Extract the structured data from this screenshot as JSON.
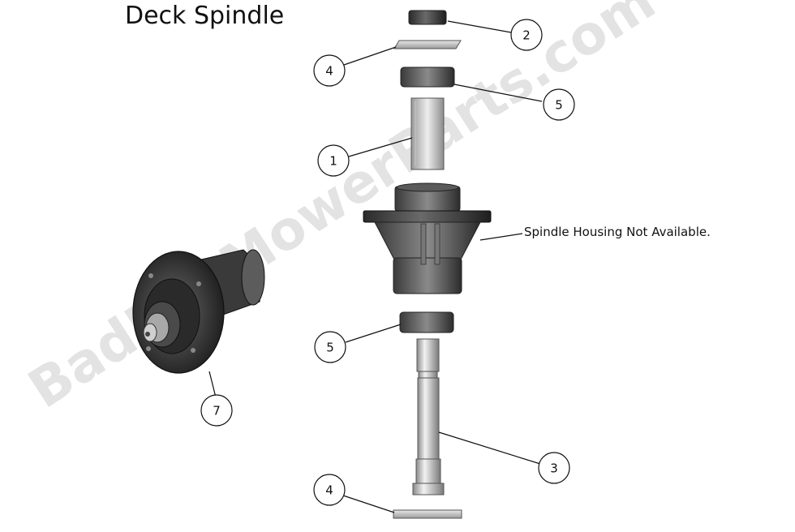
{
  "title": "Deck Spindle",
  "watermark": "BadBoyMowerParts.com",
  "note": "Spindle Housing Not Available.",
  "callouts": [
    {
      "label": "2"
    },
    {
      "label": "4"
    },
    {
      "label": "5"
    },
    {
      "label": "1"
    },
    {
      "label": "5"
    },
    {
      "label": "3"
    },
    {
      "label": "4"
    },
    {
      "label": "7"
    }
  ]
}
